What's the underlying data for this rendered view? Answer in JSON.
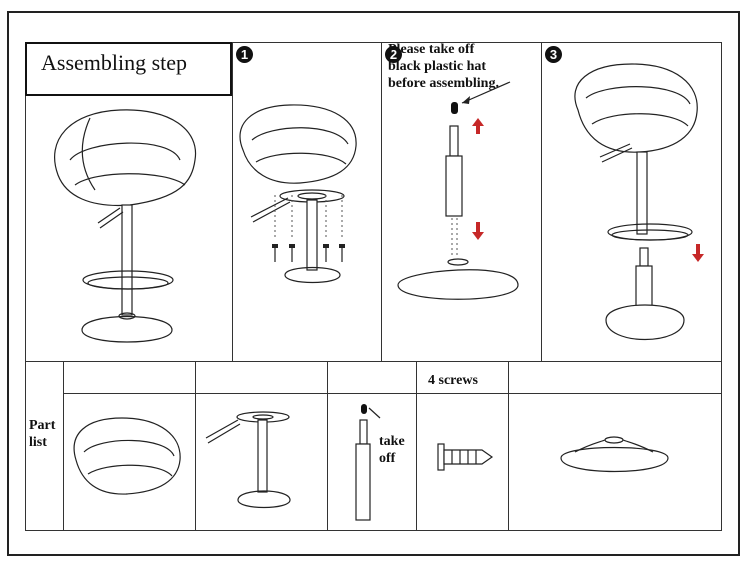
{
  "title": "Assembling step",
  "steps": [
    {
      "number": "1"
    },
    {
      "number": "2",
      "note": "Please take off\nblack plastic hat\nbefore assembling."
    },
    {
      "number": "3"
    }
  ],
  "parts": {
    "heading": "Part\nlist",
    "screws_label": "4 screws",
    "take_off_label": "take\noff"
  },
  "colors": {
    "arrow": "#c62828",
    "line": "#222222"
  }
}
